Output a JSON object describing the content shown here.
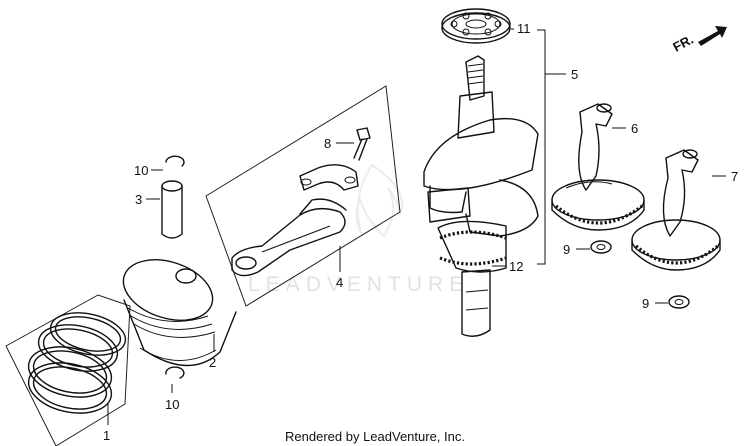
{
  "watermark": "LEADVENTURE",
  "direction_label": "FR.",
  "footer": "Rendered by LeadVenture, Inc.",
  "callouts": {
    "piston_ring_set": "1",
    "piston": "2",
    "piston_pin": "3",
    "connecting_rod_assembly": "4",
    "crankshaft_assembly": "5",
    "balancer_6": "6",
    "balancer_7": "7",
    "bolt": "8",
    "washer_upper": "9",
    "washer_lower": "9",
    "clip_upper": "10",
    "clip_lower": "10",
    "bearing": "11",
    "gear": "12"
  }
}
